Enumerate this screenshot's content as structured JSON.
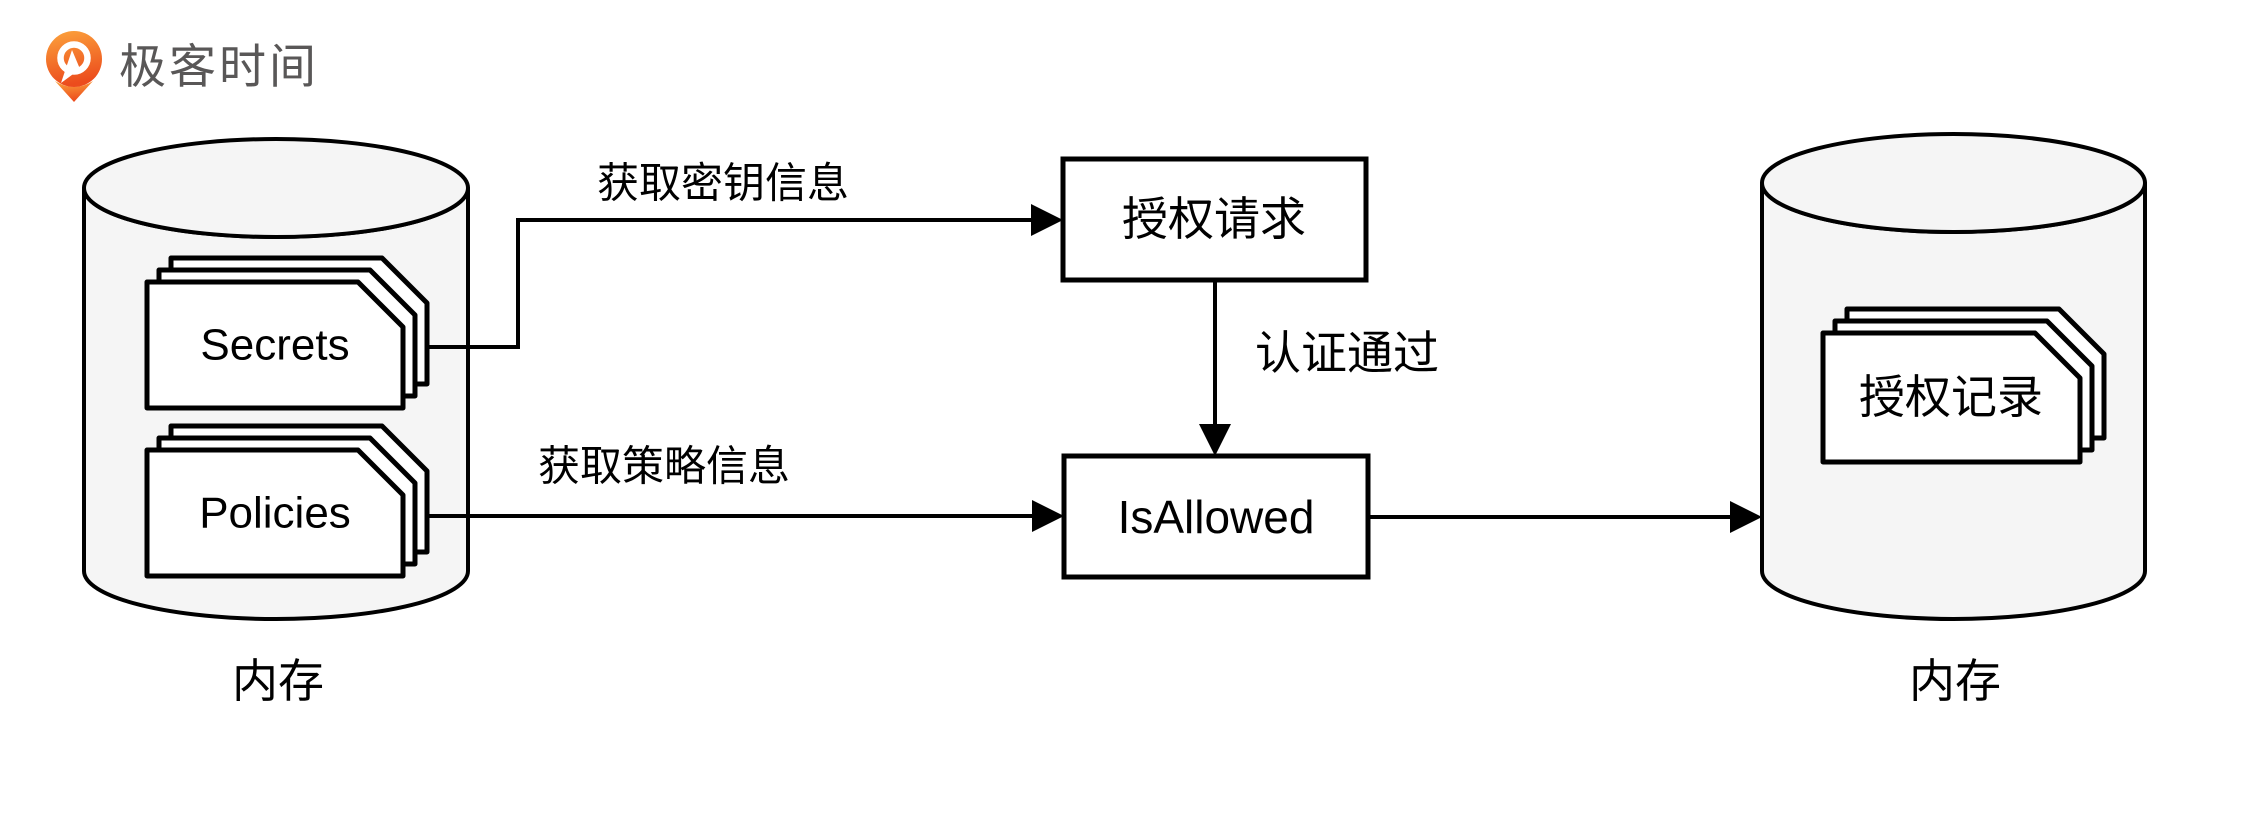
{
  "logo": {
    "brand_text": "极客时间",
    "icon": "geektime-pin-icon"
  },
  "stores": {
    "left": {
      "label": "内存",
      "cards": {
        "secrets": "Secrets",
        "policies": "Policies"
      }
    },
    "right": {
      "label": "内存",
      "card": "授权记录"
    }
  },
  "nodes": {
    "auth_request": "授权请求",
    "is_allowed": "IsAllowed"
  },
  "edges": {
    "fetch_secret": "获取密钥信息",
    "fetch_policy": "获取策略信息",
    "auth_passed": "认证通过"
  },
  "colors": {
    "brand_orange_top": "#fca33c",
    "brand_orange_bottom": "#ec4c1d",
    "brand_text_color": "#595757",
    "store_fill": "#f5f5f5",
    "shape_fill": "#ffffff",
    "stroke": "#000000",
    "background": "#ffffff"
  }
}
